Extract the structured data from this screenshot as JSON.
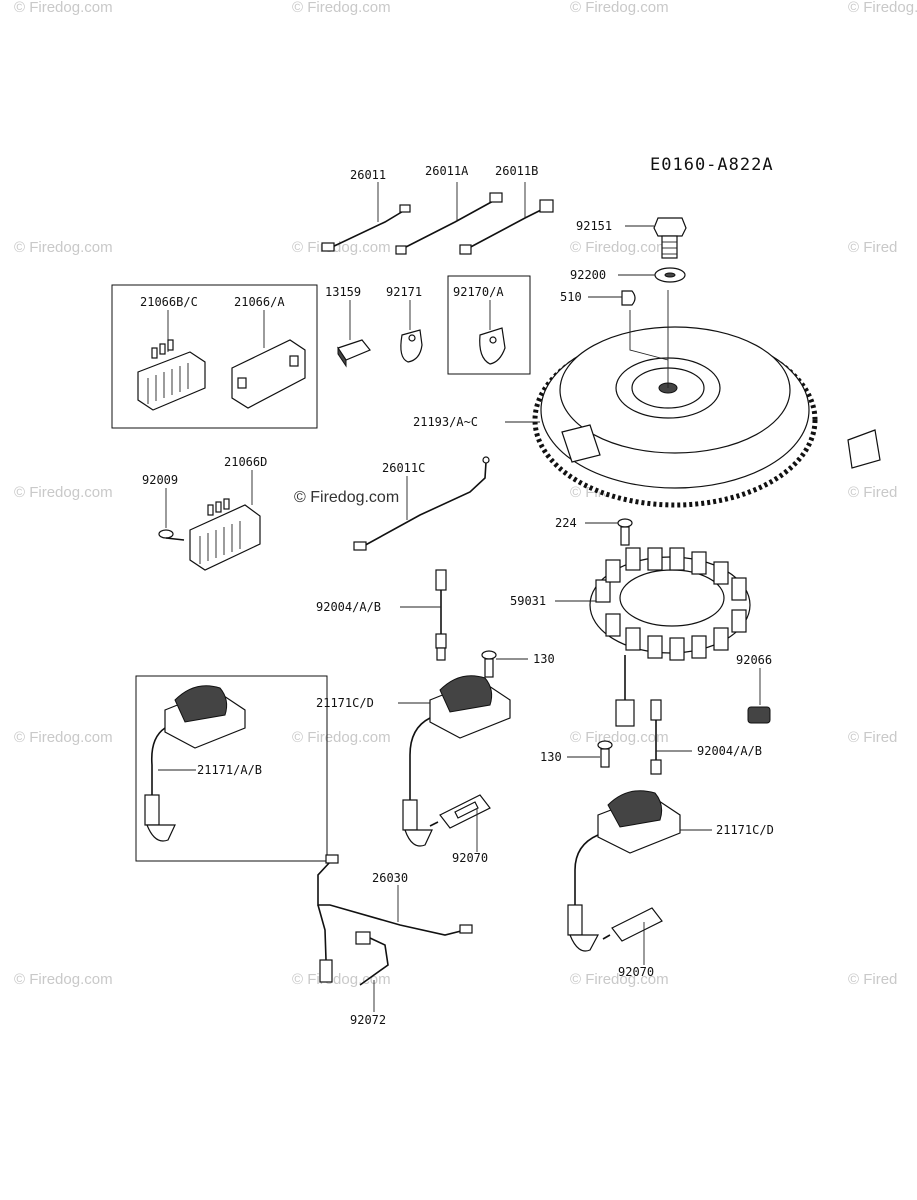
{
  "diagram_code": "E0160-A822A",
  "watermark_text": "© Firedog.com",
  "watermarks": {
    "top": [
      "© Firedog.com",
      "© Firedog.com",
      "© Firedog.com",
      "© Firedog.com"
    ],
    "row1": [
      "© Firedog.com",
      "© Firedog.com",
      "© Firedog.com",
      "© Fired"
    ],
    "row2": [
      "© Firedog.com",
      "© Firedog.com",
      "© Fired"
    ],
    "row3": [
      "© Firedog.com",
      "© Firedog.com",
      "© Firedog.com",
      "© Fired"
    ],
    "row4": [
      "© Firedog.com",
      "© Firedog.com",
      "© Firedog.com",
      "© Fired"
    ],
    "center": "© Firedog.com"
  },
  "labels": {
    "p26011": "26011",
    "p26011A": "26011A",
    "p26011B": "26011B",
    "p92151": "92151",
    "p92200": "92200",
    "p510": "510",
    "p21066BC": "21066B/C",
    "p21066A": "21066/A",
    "p13159": "13159",
    "p92171": "92171",
    "p92170A": "92170/A",
    "p21193": "21193/A~C",
    "p92009": "92009",
    "p21066D": "21066D",
    "p26011C": "26011C",
    "p224": "224",
    "p59031": "59031",
    "p92004a": "92004/A/B",
    "p130a": "130",
    "p92066": "92066",
    "p21171CDa": "21171C/D",
    "p21171AB": "21171/A/B",
    "p130b": "130",
    "p92004b": "92004/A/B",
    "p21171CDb": "21171C/D",
    "p92070a": "92070",
    "p26030": "26030",
    "p92070b": "92070",
    "p92072": "92072"
  }
}
